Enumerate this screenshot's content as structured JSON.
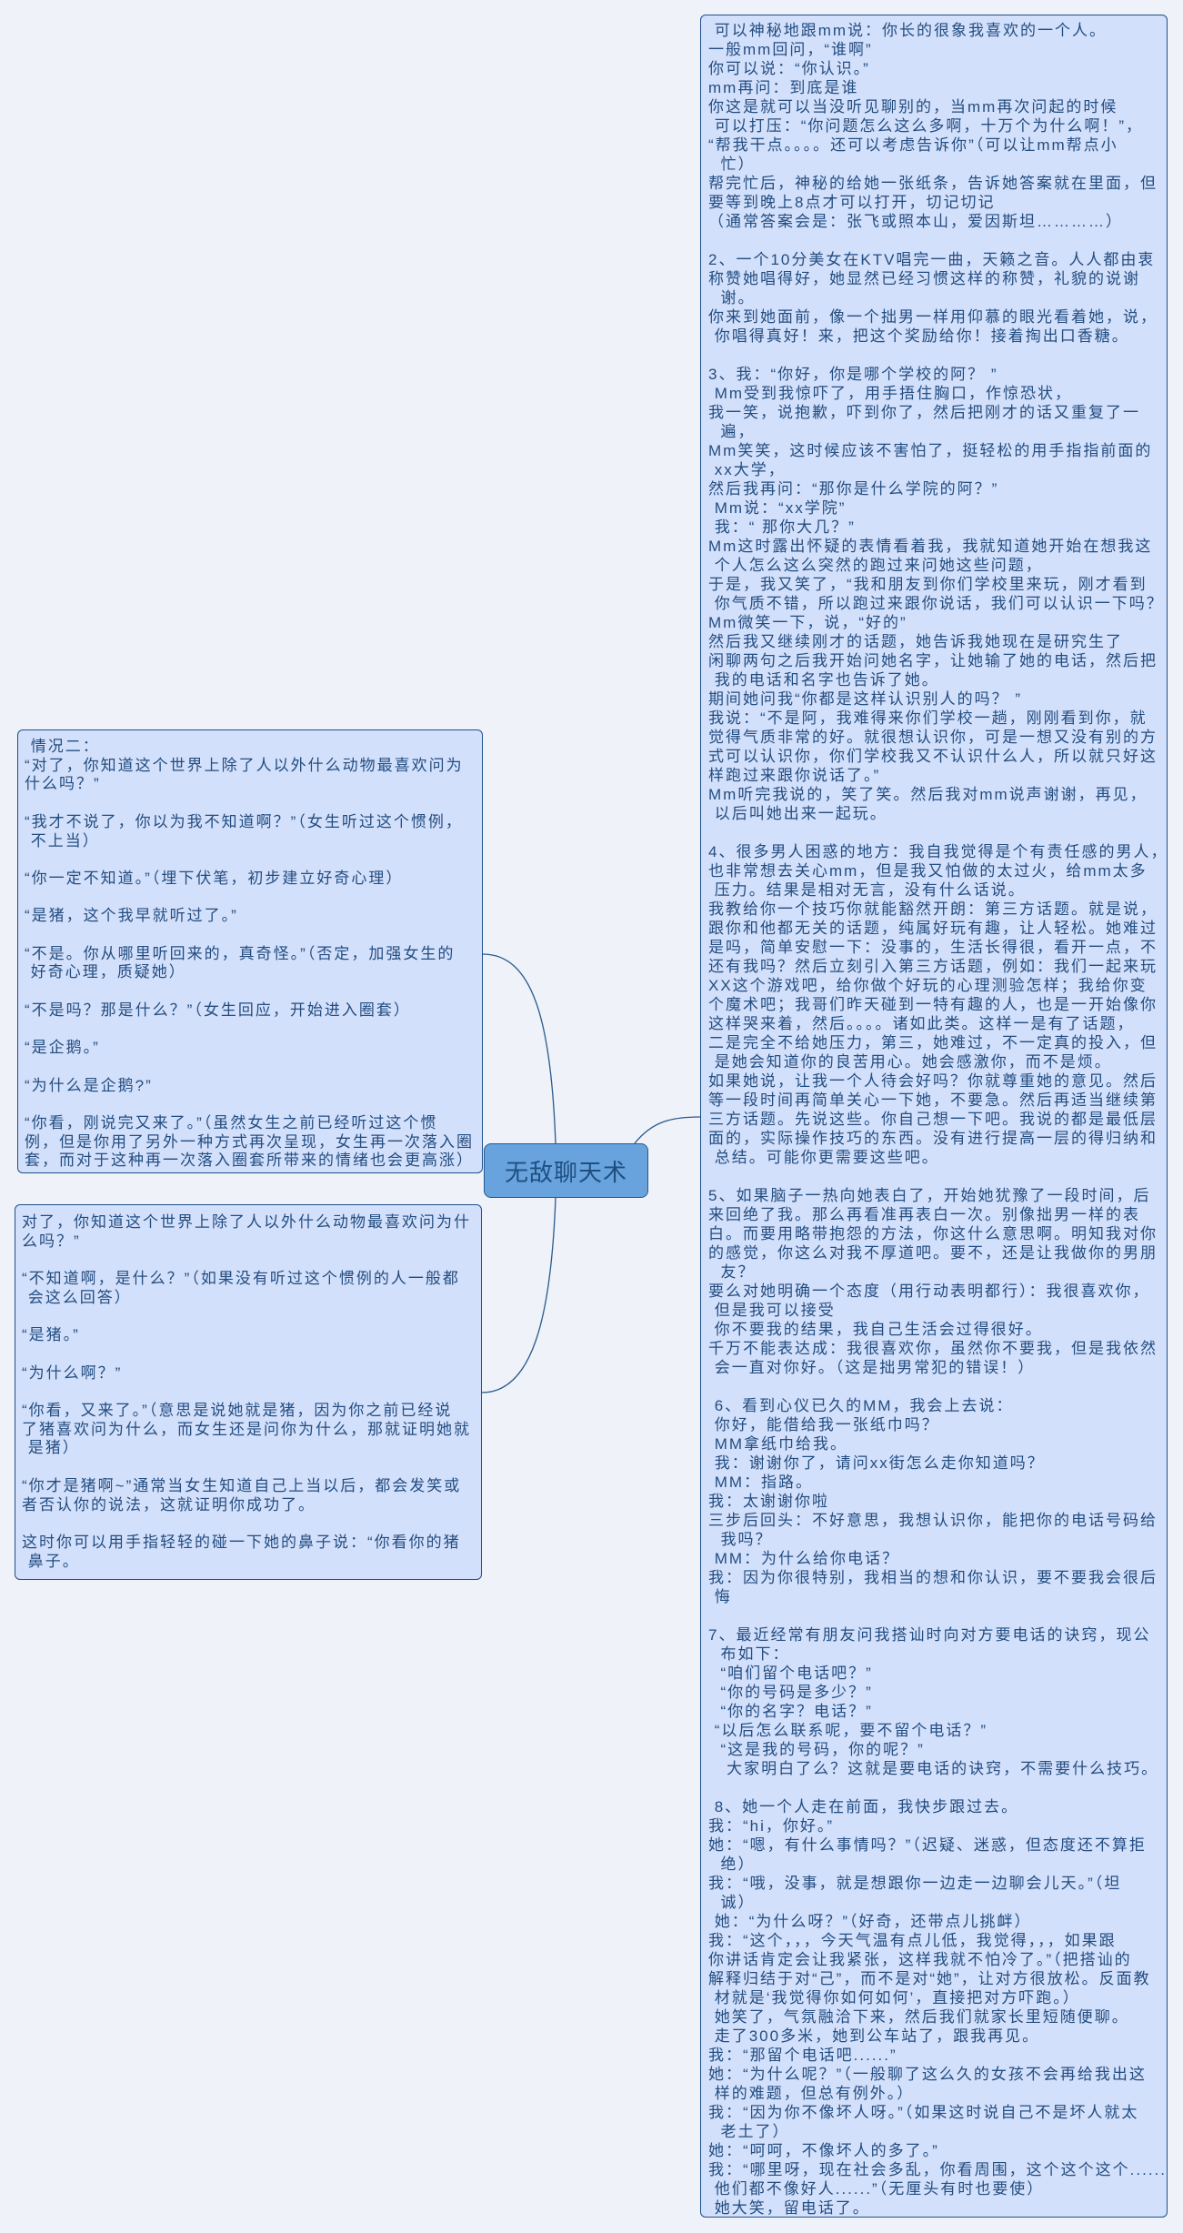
{
  "mindmap": {
    "central_topic": {
      "label": "无敌聊天术"
    },
    "topics": [
      {
        "side": "right",
        "lines": [
          " 可以神秘地跟mm说：你长的很象我喜欢的一个人。",
          "一般mm回问，“谁啊”",
          "你可以说：“你认识。”",
          "mm再问：到底是谁",
          "你这是就可以当没听见聊别的，当mm再次问起的时候",
          " 可以打压：“你问题怎么这么多啊，十万个为什么啊！”，",
          "“帮我干点。。。。还可以考虑告诉你”（可以让mm帮点小",
          "  忙）",
          "帮完忙后，神秘的给她一张纸条，告诉她答案就在里面，但",
          "要等到晚上8点才可以打开，切记切记",
          "（通常答案会是：张飞或照本山，爱因斯坦…………）",
          "",
          "2、一个10分美女在KTV唱完一曲，天籁之音。人人都由衷",
          "称赞她唱得好，她显然已经习惯这样的称赞，礼貌的说谢",
          "  谢。",
          "你来到她面前，像一个拙男一样用仰慕的眼光看着她，说，",
          " 你唱得真好！来，把这个奖励给你！接着掏出口香糖。",
          "",
          "3、我：“你好，你是哪个学校的阿？ ”",
          " Mm受到我惊吓了，用手捂住胸口，作惊恐状，",
          "我一笑，说抱歉，吓到你了，然后把刚才的话又重复了一",
          "  遍，",
          "Mm笑笑，这时候应该不害怕了，挺轻松的用手指指前面的",
          " xx大学，",
          "然后我再问：“那你是什么学院的阿？”",
          " Mm说：“xx学院”",
          " 我：“ 那你大几？”",
          "Mm这时露出怀疑的表情看着我，我就知道她开始在想我这",
          " 个人怎么这么突然的跑过来问她这些问题，",
          "于是，我又笑了，“我和朋友到你们学校里来玩，刚才看到",
          " 你气质不错，所以跑过来跟你说话，我们可以认识一下吗？",
          "Mm微笑一下，说，“好的”",
          "然后我又继续刚才的话题，她告诉我她现在是研究生了",
          "闲聊两句之后我开始问她名字，让她输了她的电话，然后把",
          " 我的电话和名字也告诉了她。",
          "期间她问我“你都是这样认识别人的吗？ ”",
          "我说：“不是阿，我难得来你们学校一趟，刚刚看到你，就",
          "觉得气质非常的好。就很想认识你，可是一想又没有别的方",
          "式可以认识你，你们学校我又不认识什么人，所以就只好这",
          "样跑过来跟你说话了。”",
          "Mm听完我说的，笑了笑。然后我对mm说声谢谢，再见，",
          " 以后叫她出来一起玩。",
          "",
          "4、很多男人困惑的地方：我自我觉得是个有责任感的男人，",
          "也非常想去关心mm，但是我又怕做的太过火，给mm太多",
          " 压力。结果是相对无言，没有什么话说。",
          "我教给你一个技巧你就能豁然开朗：第三方话题。就是说，",
          "跟你和他都无关的话题，纯属好玩有趣，让人轻松。她难过",
          "是吗，简单安慰一下：没事的，生活长得很，看开一点，不",
          "还有我吗？然后立刻引入第三方话题，例如：我们一起来玩",
          "XX这个游戏吧，给你做个好玩的心理测验怎样；我给你变",
          "个魔术吧；我哥们昨天碰到一特有趣的人，也是一开始像你",
          "这样哭来着，然后。。。。诸如此类。这样一是有了话题，",
          "二是完全不给她压力，第三，她难过，不一定真的投入，但",
          " 是她会知道你的良苦用心。她会感激你，而不是烦。",
          "如果她说，让我一个人待会好吗？你就尊重她的意见。然后",
          "等一段时间再简单关心一下她，不要急。然后再适当继续第",
          "三方话题。先说这些。你自己想一下吧。我说的都是最低层",
          "面的，实际操作技巧的东西。没有进行提高一层的得归纳和",
          " 总结。可能你更需要这些吧。",
          "",
          "5、如果脑子一热向她表白了，开始她犹豫了一段时间，后",
          "来回绝了我。那么再看准再表白一次。别像拙男一样的表",
          "白。而要用略带抱怨的方法，你这什么意思啊。明知我对你",
          "的感觉，你这么对我不厚道吧。要不，还是让我做你的男朋",
          "  友？",
          "要么对她明确一个态度（用行动表明都行）：我很喜欢你，",
          " 但是我可以接受",
          " 你不要我的结果，我自己生活会过得很好。",
          "千万不能表达成：我很喜欢你，虽然你不要我，但是我依然",
          " 会一直对你好。（这是拙男常犯的错误！）",
          "",
          " 6、看到心仪已久的MM，我会上去说：",
          " 你好，能借给我一张纸巾吗？",
          " MM拿纸巾给我。",
          " 我：谢谢你了，请问xx街怎么走你知道吗？",
          " MM：指路。",
          "我：太谢谢你啦",
          "三步后回头：不好意思，我想认识你，能把你的电话号码给",
          "  我吗？",
          " MM：为什么给你电话？",
          "我：因为你很特别，我相当的想和你认识，要不要我会很后",
          " 悔",
          "",
          "7、最近经常有朋友问我搭讪时向对方要电话的诀窍，现公",
          "  布如下：",
          "  “咱们留个电话吧？”",
          "  “你的号码是多少？”",
          "  “你的名字？电话？”",
          " “以后怎么联系呢，要不留个电话？”",
          "  “这是我的号码，你的呢？”",
          "   大家明白了么？这就是要电话的诀窍，不需要什么技巧。",
          "",
          " 8、她一个人走在前面，我快步跟过去。",
          "我：“hi，你好。”",
          "她：“嗯，有什么事情吗？”（迟疑、迷惑，但态度还不算拒",
          "  绝）",
          "我：“哦，没事，就是想跟你一边走一边聊会儿天。”（坦",
          "  诚）",
          " 她：“为什么呀？”（好奇，还带点儿挑衅）",
          "我：“这个，，，今天气温有点儿低，我觉得，，，如果跟",
          "你讲话肯定会让我紧张，这样我就不怕冷了。”（把搭讪的",
          "解释归结于对“己”，而不是对“她”，让对方很放松。反面教",
          " 材就是‘我觉得你如何如何’，直接把对方吓跑。）",
          " 她笑了，气氛融洽下来，然后我们就家长里短随便聊。",
          " 走了300多米，她到公车站了，跟我再见。",
          "我：“那留个电话吧......”",
          "她：“为什么呢？”（一般聊了这么久的女孩不会再给我出这",
          " 样的难题，但总有例外。）",
          "我：“因为你不像坏人呀。”（如果这时说自己不是坏人就太",
          "  老土了）",
          "她：“呵呵，不像坏人的多了。”",
          "我：“哪里呀，现在社会多乱，你看周围，这个这个这个......",
          " 他们都不像好人......”（无厘头有时也要使）",
          " 她大笑，留电话了。"
        ]
      },
      {
        "side": "left",
        "lines": [
          " 情况二：",
          "“对了，你知道这个世界上除了人以外什么动物最喜欢问为",
          "什么吗？”",
          "",
          "“我才不说了，你以为我不知道啊？”（女生听过这个惯例，",
          " 不上当）",
          "",
          "“你一定不知道。”（埋下伏笔，初步建立好奇心理）",
          "",
          "“是猪，这个我早就听过了。”",
          "",
          "“不是。你从哪里听回来的，真奇怪。”（否定，加强女生的",
          " 好奇心理，质疑她）",
          "",
          "“不是吗？那是什么？”（女生回应，开始进入圈套）",
          "",
          "“是企鹅。”",
          "",
          "“为什么是企鹅?”",
          "",
          "“你看，刚说完又来了。”（虽然女生之前已经听过这个惯",
          "例，但是你用了另外一种方式再次呈现，女生再一次落入圈",
          "套，而对于这种再一次落入圈套所带来的情绪也会更高涨）"
        ]
      },
      {
        "side": "left",
        "lines": [
          "对了，你知道这个世界上除了人以外什么动物最喜欢问为什",
          "么吗？”",
          "",
          "“不知道啊，是什么？”（如果没有听过这个惯例的人一般都",
          " 会这么回答）",
          "",
          "“是猪。”",
          "",
          "“为什么啊？”",
          "",
          "“你看，又来了。”（意思是说她就是猪，因为你之前已经说",
          "了猪喜欢问为什么，而女生还是问你为什么，那就证明她就",
          " 是猪）",
          "",
          "“你才是猪啊~”通常当女生知道自己上当以后，都会发笑或",
          "者否认你的说法，这就证明你成功了。",
          "",
          "这时你可以用手指轻轻的碰一下她的鼻子说：“你看你的猪",
          " 鼻子。"
        ]
      }
    ]
  },
  "colors": {
    "background": "#eff2f8",
    "topic_fill": "#d3e0fb",
    "topic_border": "#1e4f8a",
    "topic_text": "#234d80",
    "central_fill": "#68a3de",
    "central_border": "#235a96",
    "central_text": "#1f4f80",
    "connector": "#2a5a8e"
  }
}
